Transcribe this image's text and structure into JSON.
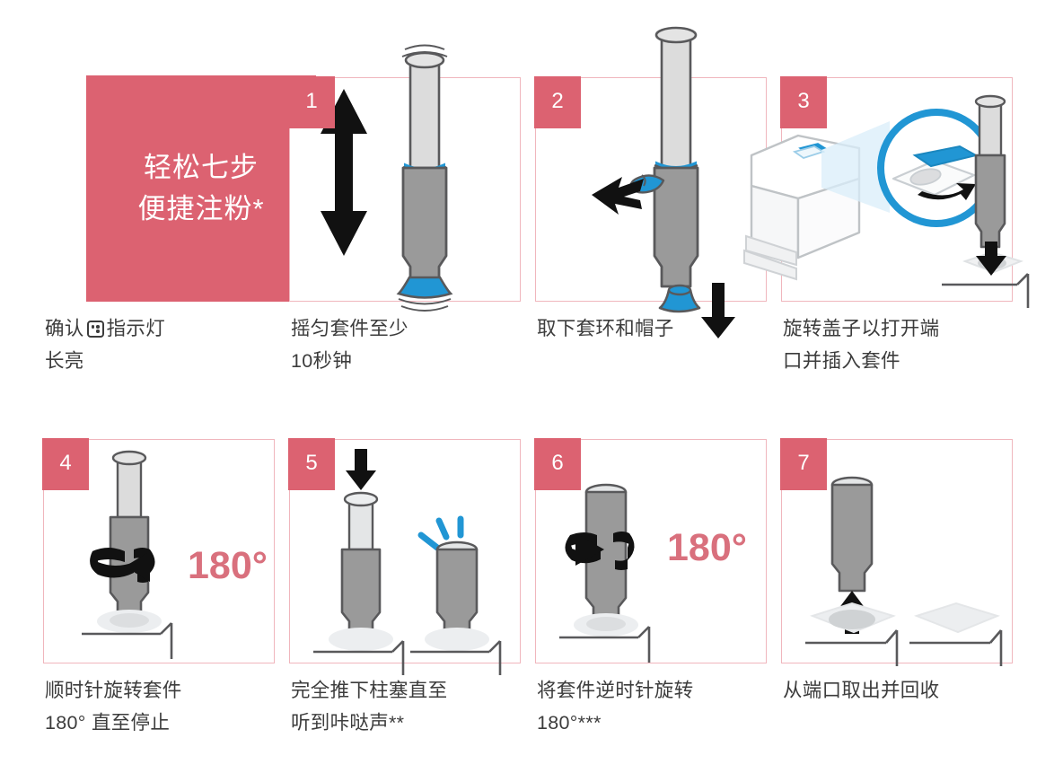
{
  "title_block": {
    "lines": [
      "轻松七步",
      "便捷注粉*"
    ],
    "background_color": "#dc6271",
    "text_color": "#ffffff"
  },
  "intro_caption": {
    "line1_before_icon": "确认",
    "icon": "indicator-light-icon",
    "line1_after_icon": "指示灯",
    "line2": "长亮"
  },
  "colors": {
    "accent_pink": "#dc6271",
    "panel_border": "#f0b6bd",
    "angle_text": "#d9707d",
    "kit_blue": "#2196d4",
    "kit_gray": "#9a9a9a",
    "kit_light_gray": "#dcdcdc",
    "outline": "#59595b",
    "caption_text": "#3c3c3c"
  },
  "steps": [
    {
      "number": "1",
      "caption_lines": [
        "摇匀套件至少",
        "10秒钟"
      ],
      "illustration": "shake-kit",
      "arrow": "double-vertical-arrow"
    },
    {
      "number": "2",
      "caption_lines": [
        "取下套环和帽子"
      ],
      "illustration": "remove-ring-and-cap",
      "arrow": "left-arrow-and-down-arrow"
    },
    {
      "number": "3",
      "caption_lines": [
        "旋转盖子以打开端",
        "口并插入套件"
      ],
      "illustration": "printer-port-open-and-insert",
      "arrow": "down-arrow"
    },
    {
      "number": "4",
      "caption_lines": [
        "顺时针旋转套件",
        "180° 直至停止"
      ],
      "illustration": "rotate-kit-clockwise",
      "angle_label": "180°"
    },
    {
      "number": "5",
      "caption_lines": [
        "完全推下柱塞直至",
        "听到咔哒声**"
      ],
      "illustration": "press-plunger-until-click",
      "arrow": "down-arrow"
    },
    {
      "number": "6",
      "caption_lines": [
        "将套件逆时针旋转",
        "180°***"
      ],
      "illustration": "rotate-kit-counterclockwise",
      "angle_label": "180°"
    },
    {
      "number": "7",
      "caption_lines": [
        "从端口取出并回收"
      ],
      "illustration": "remove-kit-from-port",
      "arrow": "up-arrow"
    }
  ]
}
